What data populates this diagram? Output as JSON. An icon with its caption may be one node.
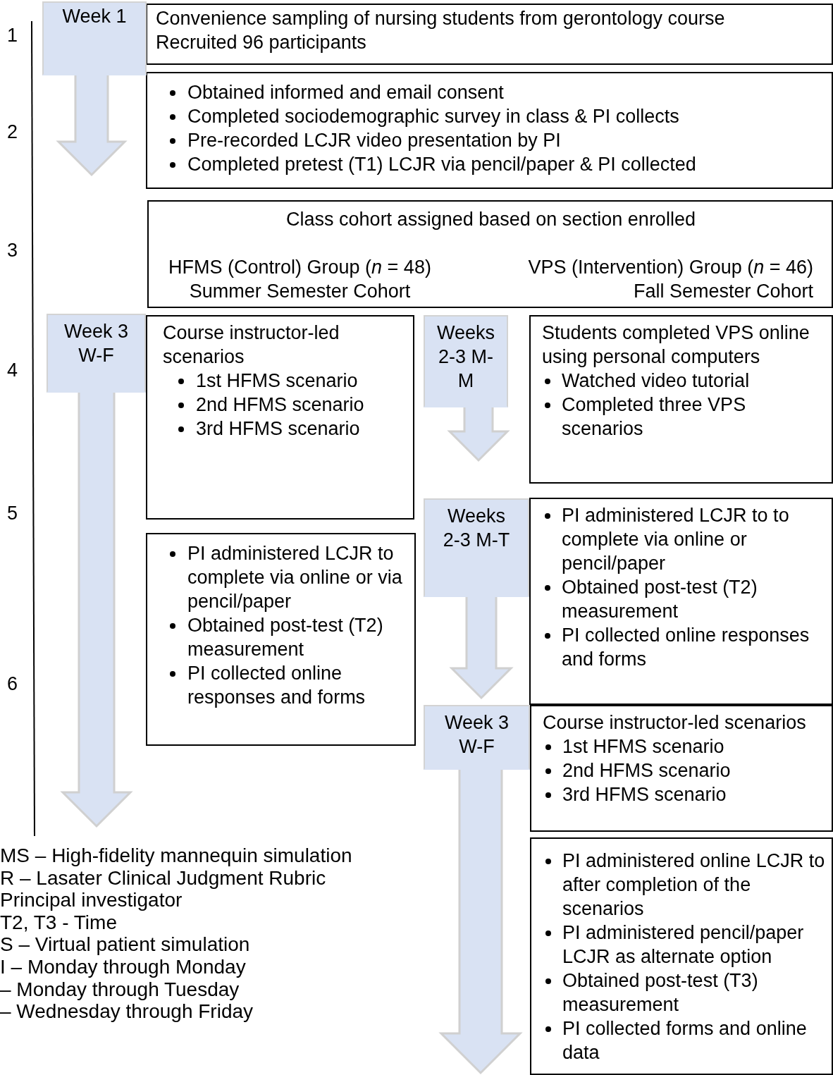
{
  "diagram": {
    "nodes": [
      {
        "text": [
          "Week 1"
        ]
      },
      {
        "text": [
          "Convenience sampling of nursing students from gerontology course",
          "Recruited 96 participants"
        ]
      },
      {
        "text": [
          "Obtained informed and email consent",
          "Completed sociodemographic survey in class & PI collects",
          "Pre-recorded LCJR video presentation by PI",
          "Completed pretest (T1) LCJR via pencil/paper & PI collected"
        ]
      },
      {
        "text": [
          "Class cohort assigned based on section enrolled",
          "HFMS (Control) Group (*n* = 48)",
          "Summer Semester Cohort",
          "VPS (Intervention) Group (*n* = 46)",
          "Fall Semester Cohort"
        ]
      },
      {
        "text": [
          "Week 3 W-F"
        ]
      },
      {
        "text": [
          "Course instructor-led scenarios",
          "1st HFMS scenario",
          "2nd HFMS scenario",
          "3rd HFMS scenario"
        ]
      },
      {
        "text": [
          "Weeks 2-3 M-M"
        ]
      },
      {
        "text": [
          "Students completed VPS online using personal computers",
          "Watched video tutorial",
          "Completed three VPS scenarios"
        ]
      },
      {
        "text": [
          "PI administered LCJR to complete via online or via pencil/paper",
          "Obtained post-test (T2) measurement",
          "PI collected online responses and forms"
        ]
      },
      {
        "text": [
          "Weeks 2-3 M-T"
        ]
      },
      {
        "text": [
          "PI administered LCJR to to complete via online or pencil/paper",
          "Obtained post-test (T2) measurement",
          "PI collected online responses and forms"
        ]
      },
      {
        "text": [
          "Week 3 W-F"
        ]
      },
      {
        "text": [
          "Course instructor-led scenarios",
          "1st HFMS scenario",
          "2nd HFMS scenario",
          "3rd HFMS scenario"
        ]
      },
      {
        "text": [
          "PI administered online LCJR to after completion of the scenarios",
          "PI administered pencil/paper LCJR as alternate option",
          "Obtained post-test (T3) measurement",
          "PI collected forms and online data"
        ]
      }
    ],
    "edges": [
      {
        "from": 0,
        "to": null,
        "arrow": "to",
        "style": "thick"
      },
      {
        "from": 4,
        "to": null,
        "arrow": "to",
        "style": "thick"
      },
      {
        "from": 6,
        "to": null,
        "arrow": "to",
        "style": "thick"
      },
      {
        "from": 9,
        "to": null,
        "arrow": "to",
        "style": "thick"
      },
      {
        "from": 11,
        "to": null,
        "arrow": "to",
        "style": "thick"
      }
    ],
    "labels": [
      "1",
      "2",
      "3",
      "4",
      "5",
      "6",
      "MS – High-fidelity mannequin simulation",
      "R – Lasater Clinical Judgment Rubric",
      "Principal investigator",
      "T2, T3 - Time",
      "S – Virtual patient simulation",
      "I – Monday through Monday",
      "– Monday through Tuesday",
      "– Wednesday through Friday"
    ]
  }
}
